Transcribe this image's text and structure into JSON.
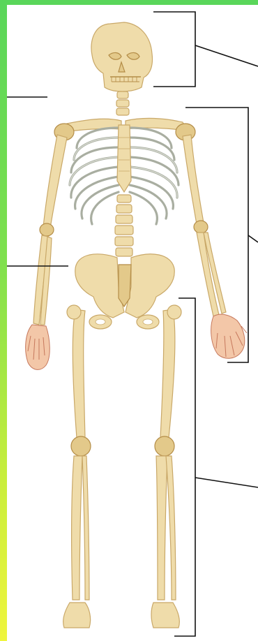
{
  "diagram": {
    "subject": "human skeleton",
    "label_regions": [
      "skull",
      "arm-right",
      "arm-left",
      "leg"
    ],
    "colors": {
      "frame_gradient_top": "#59d65a",
      "frame_gradient_bottom": "#eff53d",
      "canvas": "#ffffff",
      "bone": "#efdcaa",
      "bone_outline": "#c9a868",
      "ribs": "#a9aea1",
      "leader_lines": "#111111"
    }
  }
}
